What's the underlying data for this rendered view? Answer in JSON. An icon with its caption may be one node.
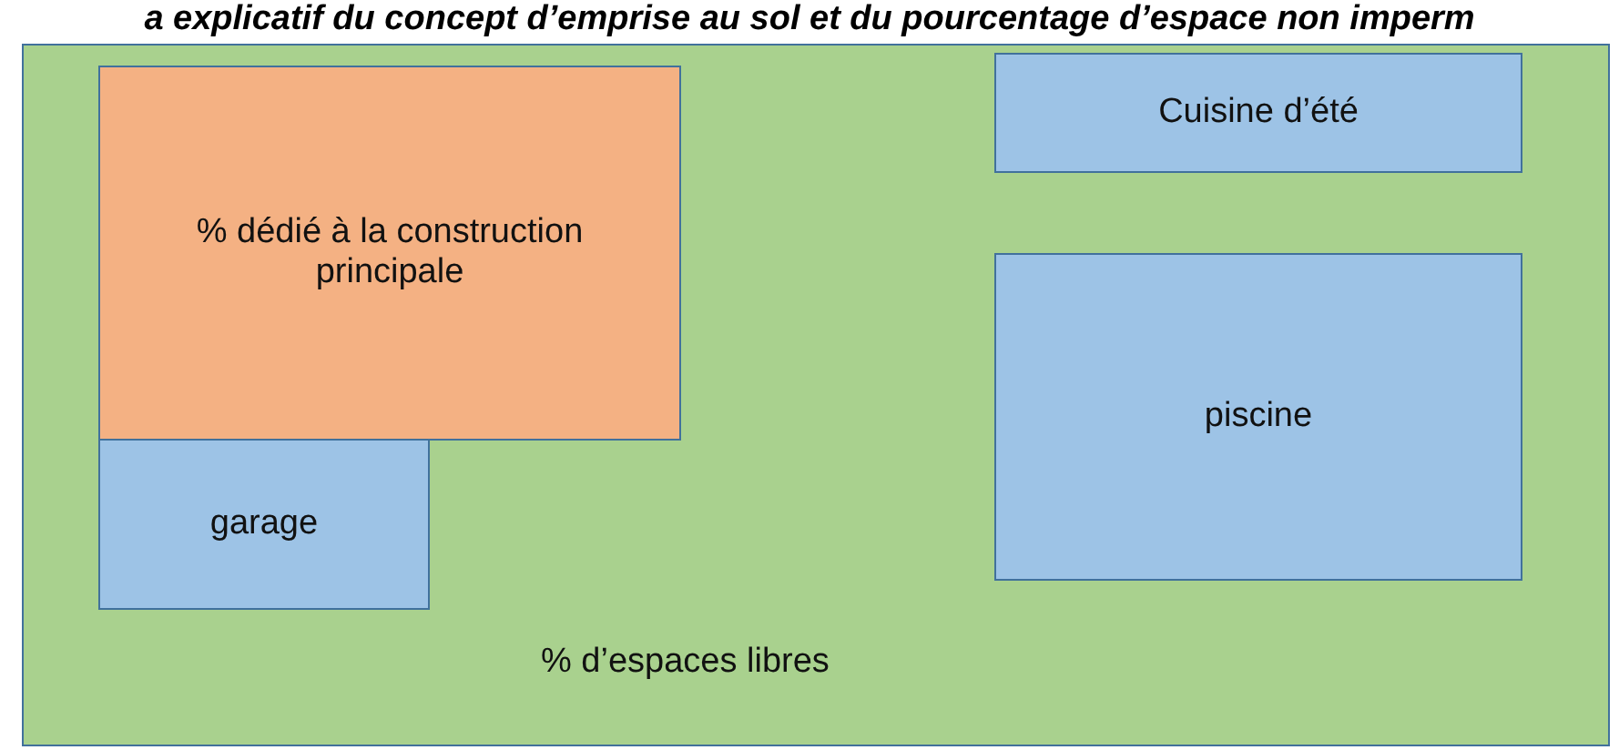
{
  "diagram": {
    "title": "a explicatif du concept d’emprise au sol et du pourcentage d’espace non imperm",
    "nodes": [
      {
        "text": [
          "% d’espaces libres"
        ]
      },
      {
        "text": [
          "% dédié à la construction principale"
        ],
        "in": 0
      },
      {
        "text": [
          "garage"
        ],
        "in": 0
      },
      {
        "text": [
          "Cuisine d’été"
        ],
        "in": 0
      },
      {
        "text": [
          "piscine"
        ],
        "in": 0
      }
    ],
    "edges": []
  }
}
